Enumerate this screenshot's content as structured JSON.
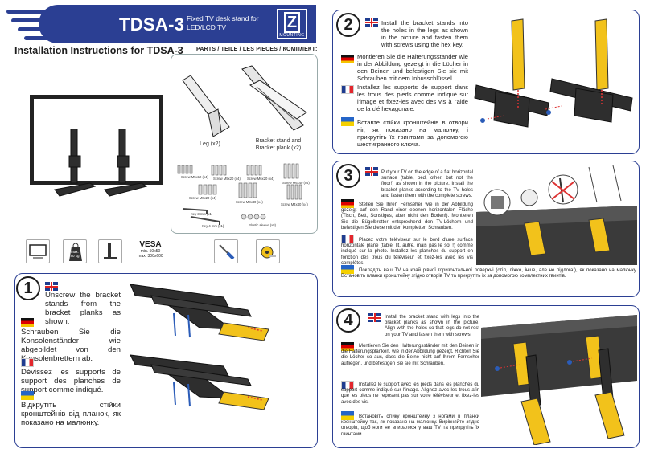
{
  "header": {
    "model": "TDSA-3",
    "description": "Fixed TV desk stand for LED/LCD TV",
    "logo_letter": "Z",
    "logo_word": "MOUNTING"
  },
  "title": "Installation Instructions for TDSA-3",
  "parts": {
    "heading": "PARTS / TEILE / LES PIECES / КОМПЛЕКТ:",
    "leg": "Leg (x2)",
    "bracket_line1": "Bracket stand and",
    "bracket_line2": "Bracket plank (x2)",
    "screws": [
      "Screw M5x12 (x4)",
      "Screw M5x20 (x4)",
      "Screw M6x20 (x4)",
      "Screw M6x40 (x4)",
      "Screw M8x20 (x4)",
      "Screw M8x40 (x4)",
      "Screw M4x40 (x4)",
      "Key 3 mm (x1)",
      "Key 4 mm (x1)",
      "Plastic sleeve (x8)"
    ]
  },
  "icons": {
    "weight_line1": "max.",
    "weight_line2": "80 kg",
    "vesa_title": "VESA",
    "vesa_min": "min. 50x50",
    "vesa_max": "max. 300x600"
  },
  "steps": [
    {
      "number": "1",
      "en": "Unscrew the bracket stands from the bracket planks as shown.",
      "de": "Schrauben Sie die Konsolenständer wie abgebildet von den Konsolenbrettern ab.",
      "fr": "Dévissez les supports de support des planches de support comme indiqué.",
      "ua": "Відкрутіть стійки кронштейнів від планок, як показано на малюнку."
    },
    {
      "number": "2",
      "en": "Install the bracket stands into the holes in the legs as shown in the picture and fasten them with screws using the hex key.",
      "de": "Montieren Sie die Halterungsständer wie in der Abbildung gezeigt in die Löcher in den Beinen und befestigen Sie sie mit Schrauben mit dem Inbusschlüssel.",
      "fr": "Installez les supports de support dans les trous des pieds comme indiqué sur l'image et fixez-les avec des vis à l'aide de la clé hexagonale.",
      "ua": "Вставте стійки кронштейнів в отвори ніг, як показано на малюнку, і прикрутіть їх гвинтами за допомогою шестигранного ключа."
    },
    {
      "number": "3",
      "en": "Put your TV on the edge of a flat horizontal surface (table, bed, other, but not the floor!) as shown in the picture. Install the bracket planks according to the TV holes and fasten them with the complete screws.",
      "de": "Stellen Sie Ihren Fernseher wie in der Abbildung gezeigt auf den Rand einer ebenen horizontalen Fläche (Tisch, Bett, Sonstiges, aber nicht den Boden!). Montieren Sie die Bügelbretter entsprechend den TV-Löchern und befestigen Sie diese mit den kompletten Schrauben.",
      "fr": "Placez votre téléviseur sur le bord d'une surface horizontale plane (table, lit, autre, mais pas le sol !) comme indiqué sur la photo. Installez les planches du support en fonction des trous du téléviseur et fixez-les avec les vis complètes.",
      "ua": "Покладіть ваш TV на край рівної горизонтальної поверхні (стіл, ліжко, інше, але не підлога!), як показано на малюнку. Встановіть планки кронштейну згідно отворів TV та прикрутіть їх за допомогою комплектних гвинтів."
    },
    {
      "number": "4",
      "en": "Install the bracket stand with legs into the bracket planks as shown in the picture. Align with the holes so that legs do not rest on your TV and fasten them with screws.",
      "de": "Montieren Sie den Halterungsständer mit den Beinen in die Halterungsplanken, wie in der Abbildung gezeigt. Richten Sie die Löcher so aus, dass die Beine nicht auf Ihrem Fernseher aufliegen, und befestigen Sie sie mit Schrauben.",
      "fr": "Installez le support avec les pieds dans les planches du support comme indiqué sur l'image. Alignez avec les trous afin que les pieds ne reposent pas sur votre téléviseur et fixez-les avec des vis.",
      "ua": "Встановіть стійку кронштейну з ногами в планки кронштейну так, як показано на малюнку. Вирівняйте згідно отворів, щоб ноги не впиралися у ваш TV та прикрутіть їх гвинтами."
    }
  ],
  "colors": {
    "brand_blue": "#2b3f93",
    "plank_yellow": "#f2c21b"
  }
}
